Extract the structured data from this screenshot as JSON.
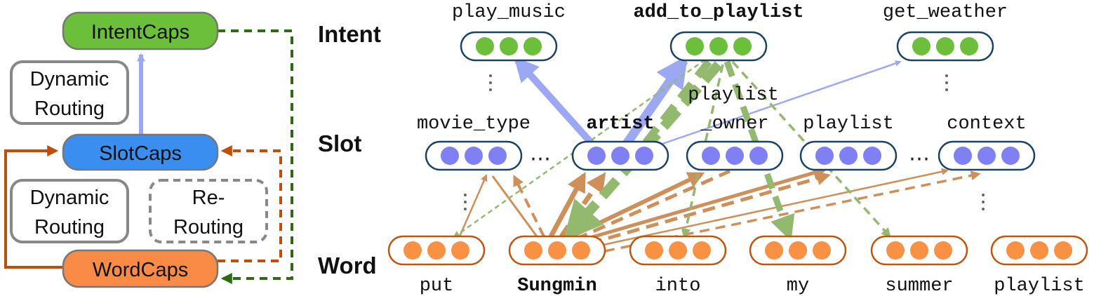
{
  "left_panel": {
    "intent_caps": "IntentCaps",
    "slot_caps": "SlotCaps",
    "word_caps": "WordCaps",
    "dynamic_routing_top": [
      "Dynamic",
      "Routing"
    ],
    "dynamic_routing_bottom": [
      "Dynamic",
      "Routing"
    ],
    "re_routing": [
      "Re-",
      "Routing"
    ]
  },
  "row_labels": {
    "intent": "Intent",
    "slot": "Slot",
    "word": "Word"
  },
  "intents": [
    {
      "label": "play_music",
      "bold": false
    },
    {
      "label": "add_to_playlist",
      "bold": true
    },
    {
      "label": "get_weather",
      "bold": false
    }
  ],
  "slots": [
    {
      "label": "movie_type",
      "bold": false
    },
    {
      "label": "artist",
      "bold": true
    },
    {
      "label": "playlist",
      "label2": "_owner",
      "bold": false
    },
    {
      "label": "playlist",
      "bold": false
    },
    {
      "label": "context",
      "bold": false
    }
  ],
  "words": [
    {
      "label": "put",
      "bold": false
    },
    {
      "label": "Sungmin",
      "bold": true
    },
    {
      "label": "into",
      "bold": false
    },
    {
      "label": "my",
      "bold": false
    },
    {
      "label": "summer",
      "bold": false
    },
    {
      "label": "playlist",
      "bold": false
    }
  ],
  "ellipsis": "⋯",
  "colors": {
    "intent_fill": "#6cbf3a",
    "slot_fill": "#3a8ef0",
    "word_fill": "#f98b47",
    "intent_dot": "#6cbf3a",
    "slot_dot": "#8080f5",
    "word_dot": "#f99145",
    "capsule_border_upper": "#1a4266",
    "capsule_border_word": "#c0550f",
    "arrow_blue": "#9da8f5",
    "arrow_orange": "#cf8f5a",
    "arrow_green": "#93b96e",
    "dark_green": "#2e6b12",
    "dark_orange": "#c04e0a"
  }
}
